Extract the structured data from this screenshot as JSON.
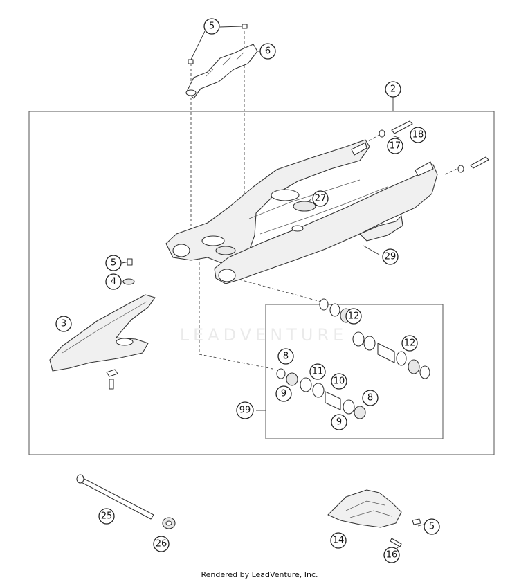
{
  "diagram": {
    "credit": "Rendered by LeadVenture, Inc.",
    "watermark": "LEADVENTURE",
    "callouts": {
      "c2": "2",
      "c3": "3",
      "c4": "4",
      "c5a": "5",
      "c5b": "5",
      "c5c": "5",
      "c6": "6",
      "c8a": "8",
      "c8b": "8",
      "c9a": "9",
      "c9b": "9",
      "c10": "10",
      "c11": "11",
      "c12a": "12",
      "c12b": "12",
      "c14": "14",
      "c16": "16",
      "c17": "17",
      "c18": "18",
      "c25": "25",
      "c26": "26",
      "c27": "27",
      "c29": "29",
      "c99": "99"
    }
  }
}
